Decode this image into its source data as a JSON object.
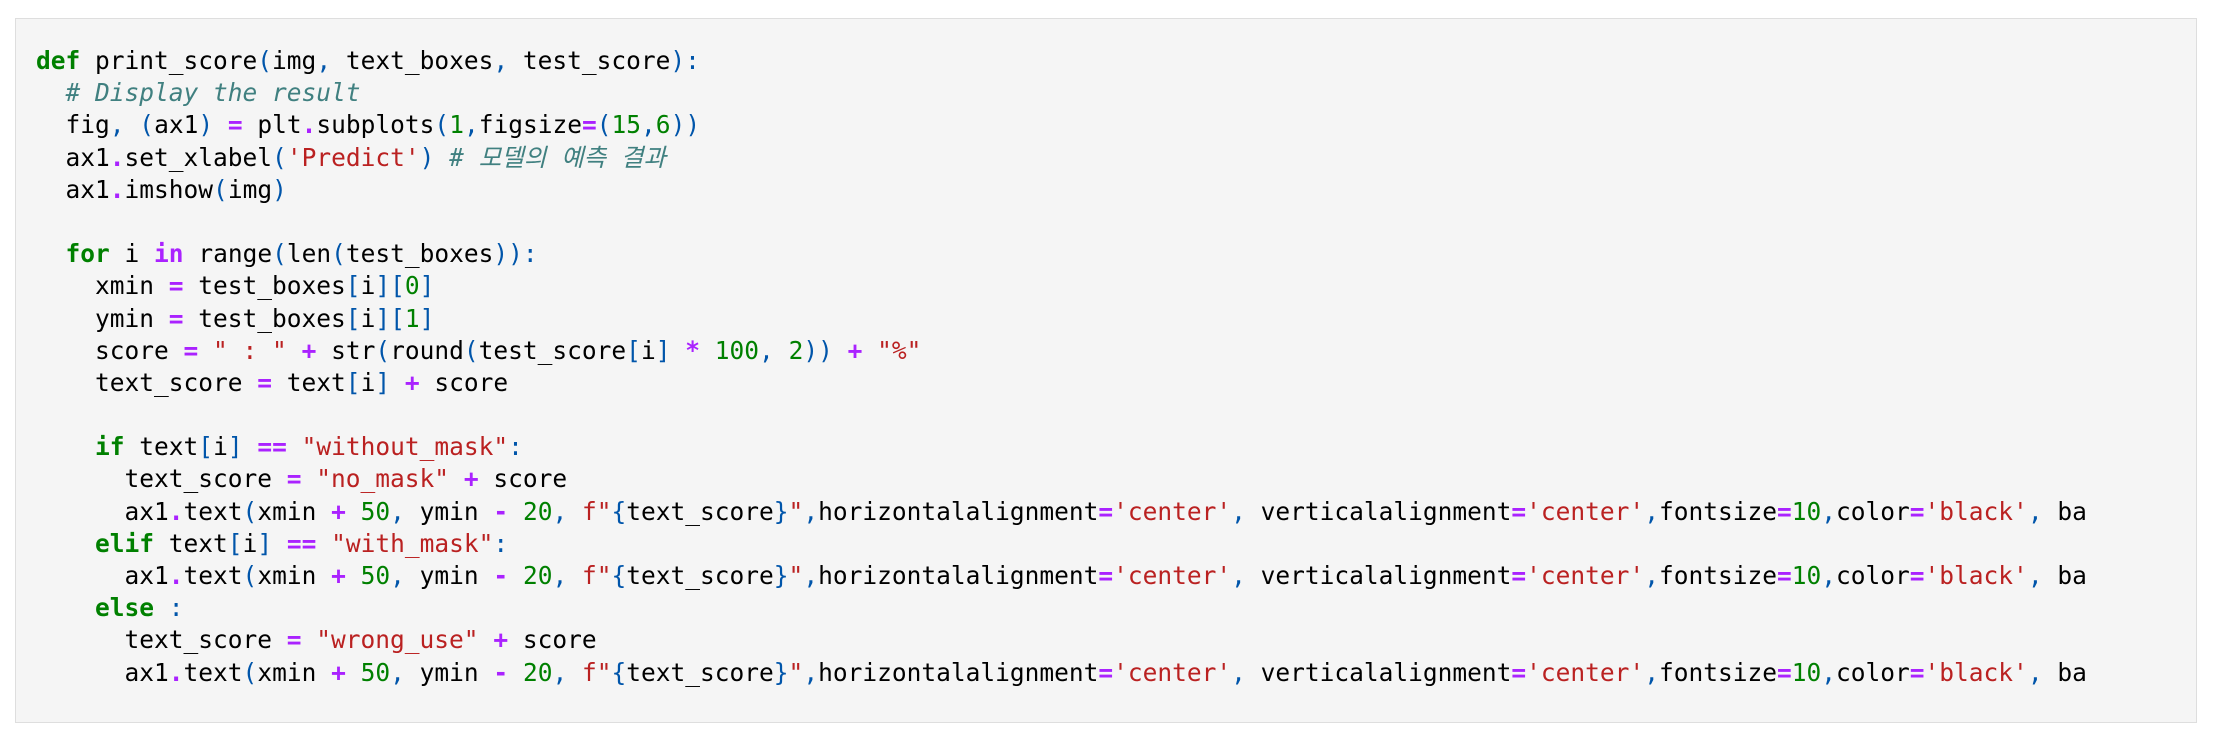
{
  "colors": {
    "keyword": "#008000",
    "operator": "#aa22ff",
    "comment": "#408080",
    "string": "#ba2121",
    "number": "#008000",
    "punctuation": "#0055aa",
    "text": "#000000",
    "panel_background": "#f5f5f5"
  },
  "code": {
    "lines": [
      [
        {
          "t": "kw",
          "v": "def"
        },
        {
          "t": "tx",
          "v": " print_score"
        },
        {
          "t": "pn",
          "v": "("
        },
        {
          "t": "tx",
          "v": "img"
        },
        {
          "t": "pn",
          "v": ","
        },
        {
          "t": "tx",
          "v": " text_boxes"
        },
        {
          "t": "pn",
          "v": ","
        },
        {
          "t": "tx",
          "v": " test_score"
        },
        {
          "t": "pn",
          "v": "):"
        }
      ],
      [
        {
          "t": "tx",
          "v": "  "
        },
        {
          "t": "cm",
          "v": "# Display the result"
        }
      ],
      [
        {
          "t": "tx",
          "v": "  fig"
        },
        {
          "t": "pn",
          "v": ","
        },
        {
          "t": "tx",
          "v": " "
        },
        {
          "t": "pn",
          "v": "("
        },
        {
          "t": "tx",
          "v": "ax1"
        },
        {
          "t": "pn",
          "v": ")"
        },
        {
          "t": "tx",
          "v": " "
        },
        {
          "t": "op",
          "v": "="
        },
        {
          "t": "tx",
          "v": " plt"
        },
        {
          "t": "op",
          "v": "."
        },
        {
          "t": "tx",
          "v": "subplots"
        },
        {
          "t": "pn",
          "v": "("
        },
        {
          "t": "nm",
          "v": "1"
        },
        {
          "t": "pn",
          "v": ","
        },
        {
          "t": "tx",
          "v": "figsize"
        },
        {
          "t": "op",
          "v": "="
        },
        {
          "t": "pn",
          "v": "("
        },
        {
          "t": "nm",
          "v": "15"
        },
        {
          "t": "pn",
          "v": ","
        },
        {
          "t": "nm",
          "v": "6"
        },
        {
          "t": "pn",
          "v": "))"
        }
      ],
      [
        {
          "t": "tx",
          "v": "  ax1"
        },
        {
          "t": "op",
          "v": "."
        },
        {
          "t": "tx",
          "v": "set_xlabel"
        },
        {
          "t": "pn",
          "v": "("
        },
        {
          "t": "st",
          "v": "'Predict'"
        },
        {
          "t": "pn",
          "v": ")"
        },
        {
          "t": "tx",
          "v": " "
        },
        {
          "t": "cm",
          "v": "# 모델의 예측 결과"
        }
      ],
      [
        {
          "t": "tx",
          "v": "  ax1"
        },
        {
          "t": "op",
          "v": "."
        },
        {
          "t": "tx",
          "v": "imshow"
        },
        {
          "t": "pn",
          "v": "("
        },
        {
          "t": "tx",
          "v": "img"
        },
        {
          "t": "pn",
          "v": ")"
        }
      ],
      [],
      [
        {
          "t": "tx",
          "v": "  "
        },
        {
          "t": "kw",
          "v": "for"
        },
        {
          "t": "tx",
          "v": " i "
        },
        {
          "t": "op",
          "v": "in"
        },
        {
          "t": "tx",
          "v": " range"
        },
        {
          "t": "pn",
          "v": "("
        },
        {
          "t": "tx",
          "v": "len"
        },
        {
          "t": "pn",
          "v": "("
        },
        {
          "t": "tx",
          "v": "test_boxes"
        },
        {
          "t": "pn",
          "v": ")):"
        }
      ],
      [
        {
          "t": "tx",
          "v": "    xmin "
        },
        {
          "t": "op",
          "v": "="
        },
        {
          "t": "tx",
          "v": " test_boxes"
        },
        {
          "t": "pn",
          "v": "["
        },
        {
          "t": "tx",
          "v": "i"
        },
        {
          "t": "pn",
          "v": "]["
        },
        {
          "t": "nm",
          "v": "0"
        },
        {
          "t": "pn",
          "v": "]"
        }
      ],
      [
        {
          "t": "tx",
          "v": "    ymin "
        },
        {
          "t": "op",
          "v": "="
        },
        {
          "t": "tx",
          "v": " test_boxes"
        },
        {
          "t": "pn",
          "v": "["
        },
        {
          "t": "tx",
          "v": "i"
        },
        {
          "t": "pn",
          "v": "]["
        },
        {
          "t": "nm",
          "v": "1"
        },
        {
          "t": "pn",
          "v": "]"
        }
      ],
      [
        {
          "t": "tx",
          "v": "    score "
        },
        {
          "t": "op",
          "v": "="
        },
        {
          "t": "tx",
          "v": " "
        },
        {
          "t": "st",
          "v": "\" : \""
        },
        {
          "t": "tx",
          "v": " "
        },
        {
          "t": "op",
          "v": "+"
        },
        {
          "t": "tx",
          "v": " str"
        },
        {
          "t": "pn",
          "v": "("
        },
        {
          "t": "tx",
          "v": "round"
        },
        {
          "t": "pn",
          "v": "("
        },
        {
          "t": "tx",
          "v": "test_score"
        },
        {
          "t": "pn",
          "v": "["
        },
        {
          "t": "tx",
          "v": "i"
        },
        {
          "t": "pn",
          "v": "]"
        },
        {
          "t": "tx",
          "v": " "
        },
        {
          "t": "op",
          "v": "*"
        },
        {
          "t": "tx",
          "v": " "
        },
        {
          "t": "nm",
          "v": "100"
        },
        {
          "t": "pn",
          "v": ","
        },
        {
          "t": "tx",
          "v": " "
        },
        {
          "t": "nm",
          "v": "2"
        },
        {
          "t": "pn",
          "v": "))"
        },
        {
          "t": "tx",
          "v": " "
        },
        {
          "t": "op",
          "v": "+"
        },
        {
          "t": "tx",
          "v": " "
        },
        {
          "t": "st",
          "v": "\"%\""
        }
      ],
      [
        {
          "t": "tx",
          "v": "    text_score "
        },
        {
          "t": "op",
          "v": "="
        },
        {
          "t": "tx",
          "v": " text"
        },
        {
          "t": "pn",
          "v": "["
        },
        {
          "t": "tx",
          "v": "i"
        },
        {
          "t": "pn",
          "v": "]"
        },
        {
          "t": "tx",
          "v": " "
        },
        {
          "t": "op",
          "v": "+"
        },
        {
          "t": "tx",
          "v": " score"
        }
      ],
      [],
      [
        {
          "t": "tx",
          "v": "    "
        },
        {
          "t": "kw",
          "v": "if"
        },
        {
          "t": "tx",
          "v": " text"
        },
        {
          "t": "pn",
          "v": "["
        },
        {
          "t": "tx",
          "v": "i"
        },
        {
          "t": "pn",
          "v": "]"
        },
        {
          "t": "tx",
          "v": " "
        },
        {
          "t": "op",
          "v": "=="
        },
        {
          "t": "tx",
          "v": " "
        },
        {
          "t": "st",
          "v": "\"without_mask\""
        },
        {
          "t": "pn",
          "v": ":"
        }
      ],
      [
        {
          "t": "tx",
          "v": "      text_score "
        },
        {
          "t": "op",
          "v": "="
        },
        {
          "t": "tx",
          "v": " "
        },
        {
          "t": "st",
          "v": "\"no_mask\""
        },
        {
          "t": "tx",
          "v": " "
        },
        {
          "t": "op",
          "v": "+"
        },
        {
          "t": "tx",
          "v": " score"
        }
      ],
      [
        {
          "t": "tx",
          "v": "      ax1"
        },
        {
          "t": "op",
          "v": "."
        },
        {
          "t": "tx",
          "v": "text"
        },
        {
          "t": "pn",
          "v": "("
        },
        {
          "t": "tx",
          "v": "xmin "
        },
        {
          "t": "op",
          "v": "+"
        },
        {
          "t": "tx",
          "v": " "
        },
        {
          "t": "nm",
          "v": "50"
        },
        {
          "t": "pn",
          "v": ","
        },
        {
          "t": "tx",
          "v": " ymin "
        },
        {
          "t": "op",
          "v": "-"
        },
        {
          "t": "tx",
          "v": " "
        },
        {
          "t": "nm",
          "v": "20"
        },
        {
          "t": "pn",
          "v": ","
        },
        {
          "t": "tx",
          "v": " "
        },
        {
          "t": "st",
          "v": "f\""
        },
        {
          "t": "pn",
          "v": "{"
        },
        {
          "t": "tx",
          "v": "text_score"
        },
        {
          "t": "pn",
          "v": "}"
        },
        {
          "t": "st",
          "v": "\""
        },
        {
          "t": "pn",
          "v": ","
        },
        {
          "t": "tx",
          "v": "horizontalalignment"
        },
        {
          "t": "op",
          "v": "="
        },
        {
          "t": "st",
          "v": "'center'"
        },
        {
          "t": "pn",
          "v": ","
        },
        {
          "t": "tx",
          "v": " verticalalignment"
        },
        {
          "t": "op",
          "v": "="
        },
        {
          "t": "st",
          "v": "'center'"
        },
        {
          "t": "pn",
          "v": ","
        },
        {
          "t": "tx",
          "v": "fontsize"
        },
        {
          "t": "op",
          "v": "="
        },
        {
          "t": "nm",
          "v": "10"
        },
        {
          "t": "pn",
          "v": ","
        },
        {
          "t": "tx",
          "v": "color"
        },
        {
          "t": "op",
          "v": "="
        },
        {
          "t": "st",
          "v": "'black'"
        },
        {
          "t": "pn",
          "v": ","
        },
        {
          "t": "tx",
          "v": " ba"
        }
      ],
      [
        {
          "t": "tx",
          "v": "    "
        },
        {
          "t": "kw",
          "v": "elif"
        },
        {
          "t": "tx",
          "v": " text"
        },
        {
          "t": "pn",
          "v": "["
        },
        {
          "t": "tx",
          "v": "i"
        },
        {
          "t": "pn",
          "v": "]"
        },
        {
          "t": "tx",
          "v": " "
        },
        {
          "t": "op",
          "v": "=="
        },
        {
          "t": "tx",
          "v": " "
        },
        {
          "t": "st",
          "v": "\"with_mask\""
        },
        {
          "t": "pn",
          "v": ":"
        }
      ],
      [
        {
          "t": "tx",
          "v": "      ax1"
        },
        {
          "t": "op",
          "v": "."
        },
        {
          "t": "tx",
          "v": "text"
        },
        {
          "t": "pn",
          "v": "("
        },
        {
          "t": "tx",
          "v": "xmin "
        },
        {
          "t": "op",
          "v": "+"
        },
        {
          "t": "tx",
          "v": " "
        },
        {
          "t": "nm",
          "v": "50"
        },
        {
          "t": "pn",
          "v": ","
        },
        {
          "t": "tx",
          "v": " ymin "
        },
        {
          "t": "op",
          "v": "-"
        },
        {
          "t": "tx",
          "v": " "
        },
        {
          "t": "nm",
          "v": "20"
        },
        {
          "t": "pn",
          "v": ","
        },
        {
          "t": "tx",
          "v": " "
        },
        {
          "t": "st",
          "v": "f\""
        },
        {
          "t": "pn",
          "v": "{"
        },
        {
          "t": "tx",
          "v": "text_score"
        },
        {
          "t": "pn",
          "v": "}"
        },
        {
          "t": "st",
          "v": "\""
        },
        {
          "t": "pn",
          "v": ","
        },
        {
          "t": "tx",
          "v": "horizontalalignment"
        },
        {
          "t": "op",
          "v": "="
        },
        {
          "t": "st",
          "v": "'center'"
        },
        {
          "t": "pn",
          "v": ","
        },
        {
          "t": "tx",
          "v": " verticalalignment"
        },
        {
          "t": "op",
          "v": "="
        },
        {
          "t": "st",
          "v": "'center'"
        },
        {
          "t": "pn",
          "v": ","
        },
        {
          "t": "tx",
          "v": "fontsize"
        },
        {
          "t": "op",
          "v": "="
        },
        {
          "t": "nm",
          "v": "10"
        },
        {
          "t": "pn",
          "v": ","
        },
        {
          "t": "tx",
          "v": "color"
        },
        {
          "t": "op",
          "v": "="
        },
        {
          "t": "st",
          "v": "'black'"
        },
        {
          "t": "pn",
          "v": ","
        },
        {
          "t": "tx",
          "v": " ba"
        }
      ],
      [
        {
          "t": "tx",
          "v": "    "
        },
        {
          "t": "kw",
          "v": "else"
        },
        {
          "t": "tx",
          "v": " "
        },
        {
          "t": "pn",
          "v": ":"
        }
      ],
      [
        {
          "t": "tx",
          "v": "      text_score "
        },
        {
          "t": "op",
          "v": "="
        },
        {
          "t": "tx",
          "v": " "
        },
        {
          "t": "st",
          "v": "\"wrong_use\""
        },
        {
          "t": "tx",
          "v": " "
        },
        {
          "t": "op",
          "v": "+"
        },
        {
          "t": "tx",
          "v": " score"
        }
      ],
      [
        {
          "t": "tx",
          "v": "      ax1"
        },
        {
          "t": "op",
          "v": "."
        },
        {
          "t": "tx",
          "v": "text"
        },
        {
          "t": "pn",
          "v": "("
        },
        {
          "t": "tx",
          "v": "xmin "
        },
        {
          "t": "op",
          "v": "+"
        },
        {
          "t": "tx",
          "v": " "
        },
        {
          "t": "nm",
          "v": "50"
        },
        {
          "t": "pn",
          "v": ","
        },
        {
          "t": "tx",
          "v": " ymin "
        },
        {
          "t": "op",
          "v": "-"
        },
        {
          "t": "tx",
          "v": " "
        },
        {
          "t": "nm",
          "v": "20"
        },
        {
          "t": "pn",
          "v": ","
        },
        {
          "t": "tx",
          "v": " "
        },
        {
          "t": "st",
          "v": "f\""
        },
        {
          "t": "pn",
          "v": "{"
        },
        {
          "t": "tx",
          "v": "text_score"
        },
        {
          "t": "pn",
          "v": "}"
        },
        {
          "t": "st",
          "v": "\""
        },
        {
          "t": "pn",
          "v": ","
        },
        {
          "t": "tx",
          "v": "horizontalalignment"
        },
        {
          "t": "op",
          "v": "="
        },
        {
          "t": "st",
          "v": "'center'"
        },
        {
          "t": "pn",
          "v": ","
        },
        {
          "t": "tx",
          "v": " verticalalignment"
        },
        {
          "t": "op",
          "v": "="
        },
        {
          "t": "st",
          "v": "'center'"
        },
        {
          "t": "pn",
          "v": ","
        },
        {
          "t": "tx",
          "v": "fontsize"
        },
        {
          "t": "op",
          "v": "="
        },
        {
          "t": "nm",
          "v": "10"
        },
        {
          "t": "pn",
          "v": ","
        },
        {
          "t": "tx",
          "v": "color"
        },
        {
          "t": "op",
          "v": "="
        },
        {
          "t": "st",
          "v": "'black'"
        },
        {
          "t": "pn",
          "v": ","
        },
        {
          "t": "tx",
          "v": " ba"
        }
      ]
    ]
  }
}
